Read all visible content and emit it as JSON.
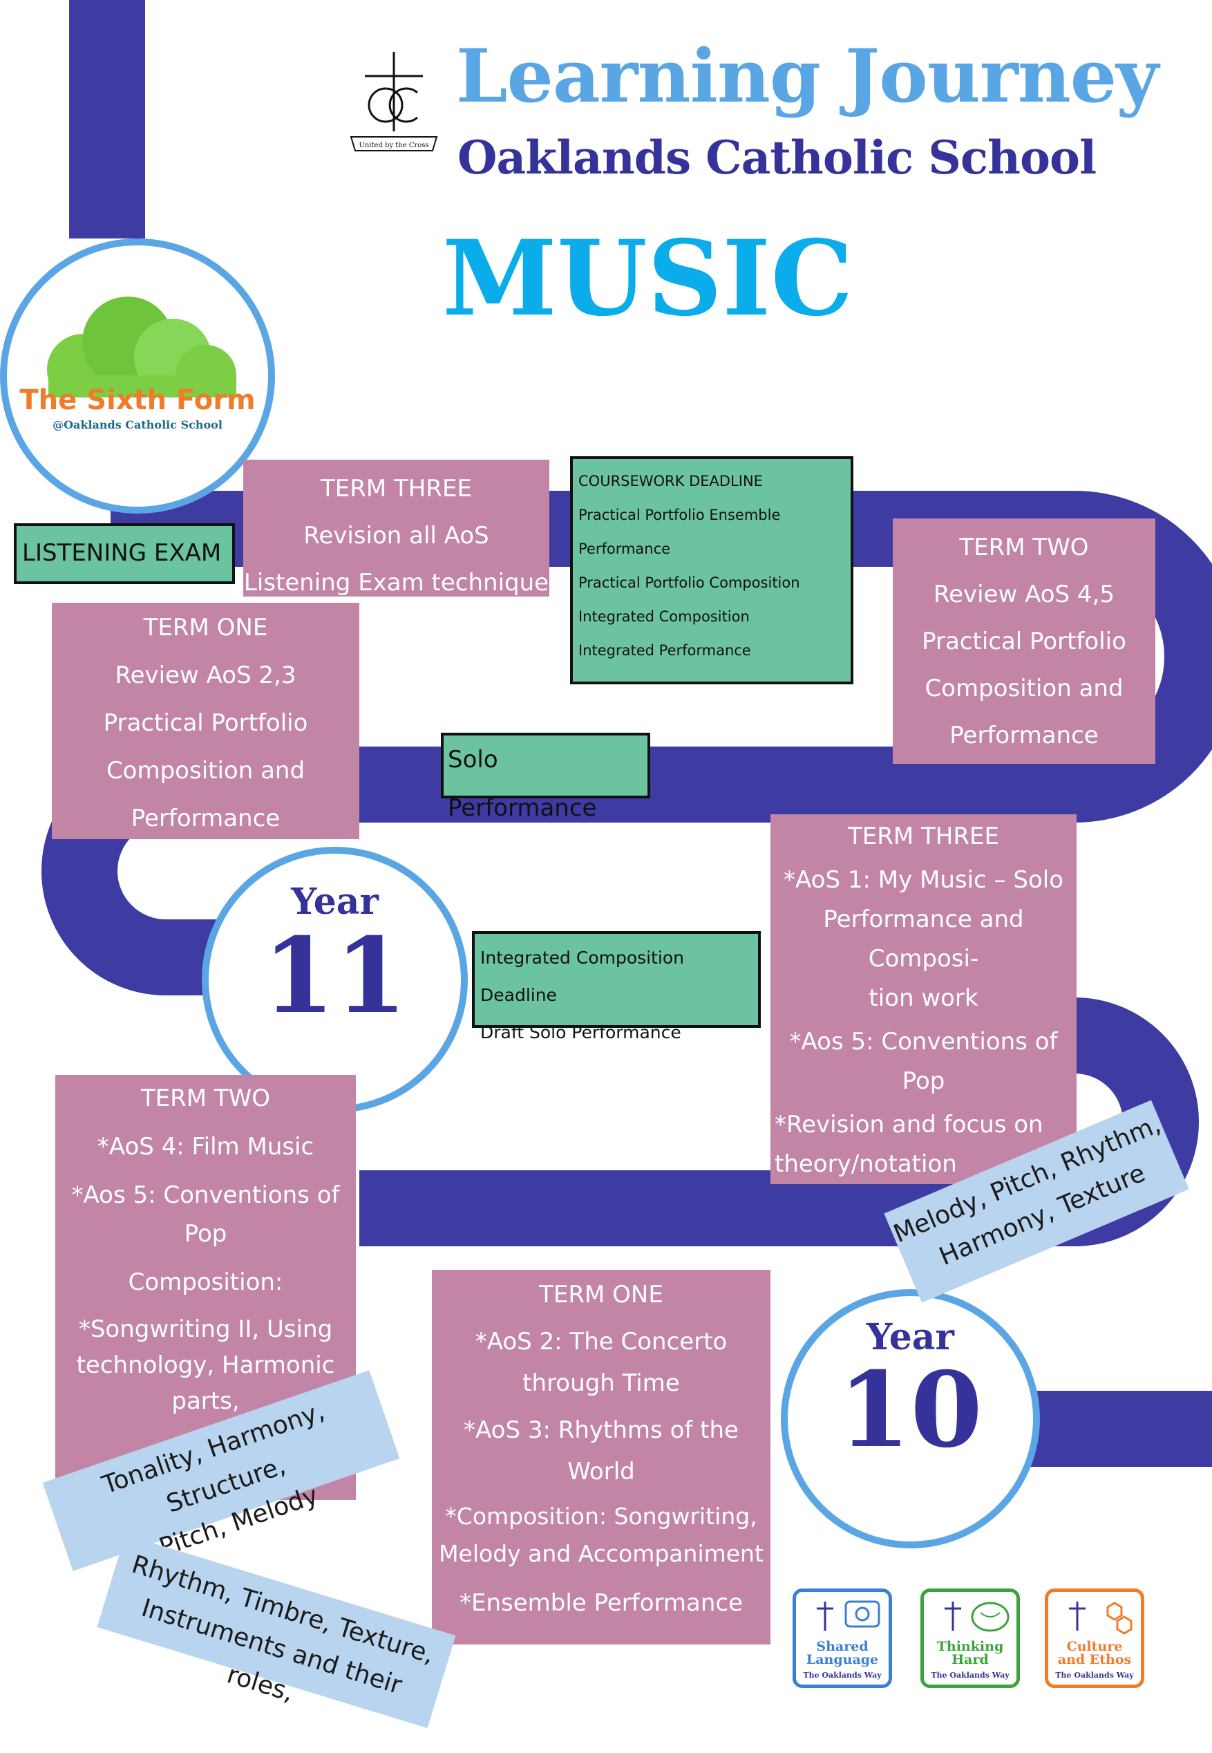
{
  "header": {
    "title": "Learning Journey",
    "school": "Oaklands Catholic School",
    "subject": "MUSIC",
    "crest_motto": "United by the Cross"
  },
  "logo": {
    "name": "The Sixth Form",
    "sub": "@Oaklands Catholic School"
  },
  "years": {
    "year11": {
      "label": "Year",
      "number": "11"
    },
    "year10": {
      "label": "Year",
      "number": "10"
    }
  },
  "y11_term_three": {
    "title": "TERM THREE",
    "lines": [
      "Revision all AoS",
      "Listening Exam technique"
    ]
  },
  "y11_term_two": {
    "title": "TERM TWO",
    "lines": [
      "Review AoS 4,5",
      "Practical Portfolio",
      "Composition and",
      "Performance"
    ]
  },
  "y11_term_one": {
    "title": "TERM ONE",
    "lines": [
      "Review AoS 2,3",
      "Practical Portfolio",
      "Composition and",
      "Performance"
    ]
  },
  "y10_term_three": {
    "title": "TERM THREE",
    "lines": [
      "*AoS 1: My Music – Solo",
      "Performance and Composi-",
      "tion work",
      "*Aos 5: Conventions of",
      "Pop",
      "*Revision and focus on",
      "theory/notation"
    ]
  },
  "y10_term_two": {
    "title": "TERM TWO",
    "lines": [
      "*AoS 4: Film Music",
      "*Aos 5: Conventions of",
      "Pop",
      "Composition:",
      "*Songwriting II, Using",
      "technology, Harmonic",
      "parts,"
    ]
  },
  "y10_term_one": {
    "title": "TERM ONE",
    "lines": [
      "*AoS 2: The Concerto",
      "through Time",
      "*AoS 3: Rhythms of the",
      "World",
      "*Composition: Songwriting,",
      "Melody and Accompaniment",
      "*Ensemble Performance"
    ]
  },
  "milestones": {
    "listening_exam": "LISTENING EXAM",
    "coursework": [
      "COURSEWORK DEADLINE",
      "Practical Portfolio Ensemble",
      "Performance",
      "Practical Portfolio Composition",
      "Integrated Composition",
      "Integrated Performance"
    ],
    "solo_performance": "Solo Performance",
    "integrated": [
      "Integrated Composition Deadline",
      "Draft Solo Performance"
    ]
  },
  "notes": {
    "melody": [
      "Melody, Pitch, Rhythm,",
      "Harmony, Texture"
    ],
    "tonality": [
      "Tonality, Harmony, Structure,",
      "Pitch, Melody"
    ],
    "rhythm": [
      "Rhythm, Timbre, Texture,",
      "Instruments and their roles,"
    ]
  },
  "badges": [
    {
      "title1": "Shared",
      "title2": "Language",
      "sub": "The Oaklands Way",
      "color": "#3b7fd0"
    },
    {
      "title1": "Thinking",
      "title2": "Hard",
      "sub": "The Oaklands Way",
      "color": "#3aa33a"
    },
    {
      "title1": "Culture",
      "title2": "and Ethos",
      "sub": "The Oaklands Way",
      "color": "#ee7d2b"
    }
  ],
  "colors": {
    "track": "#3e3ba3",
    "title_blue": "#5aa6e4",
    "school_navy": "#35339a",
    "music_cyan": "#0aace9",
    "term_pink": "#c285a5",
    "milestone_green": "#6cc3a0",
    "note_blue": "#b9d4ee"
  }
}
